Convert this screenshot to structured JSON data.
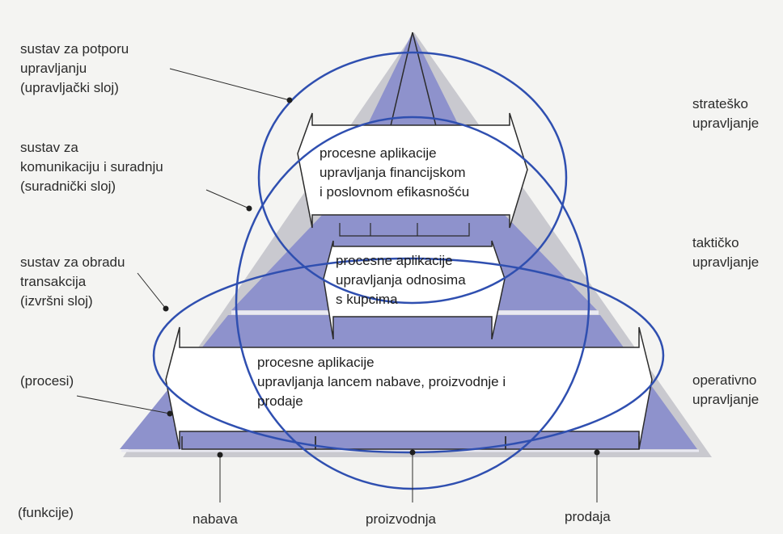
{
  "left_labels": {
    "management_support": [
      "sustav za potporu",
      "upravljanju",
      "(upravljački sloj)"
    ],
    "communication": [
      "sustav za",
      "komunikaciju i suradnju",
      "(suradnički sloj)"
    ],
    "transactions": [
      "sustav za obradu",
      "transakcija",
      "(izvršni sloj)"
    ],
    "processes": "(procesi)",
    "functions": "(funkcije)"
  },
  "right_labels": {
    "strategic": [
      "strateško",
      "upravljanje"
    ],
    "tactical": [
      "taktičko",
      "upravljanje"
    ],
    "operational": [
      "operativno",
      "upravljanje"
    ]
  },
  "arrows": {
    "financial": [
      "procesne aplikacije",
      "upravljanja financijskom",
      "i poslovnom efikasnošću"
    ],
    "customer": [
      "procesne aplikacije",
      "upravljanja odnosima",
      "s kupcima"
    ],
    "supply_chain": [
      "procesne aplikacije",
      "upravljanja lancem nabave, proizvodnje i",
      "prodaje"
    ]
  },
  "bottom_labels": {
    "procurement": "nabava",
    "production": "proizvodnja",
    "sales": "prodaja"
  },
  "colors": {
    "pyramid_fill": "#8e92cc",
    "pyramid_dark": "#7478b8",
    "circle_stroke": "#2f4fb0",
    "arrow_fill": "#ffffff",
    "line": "#2b2b2b"
  }
}
